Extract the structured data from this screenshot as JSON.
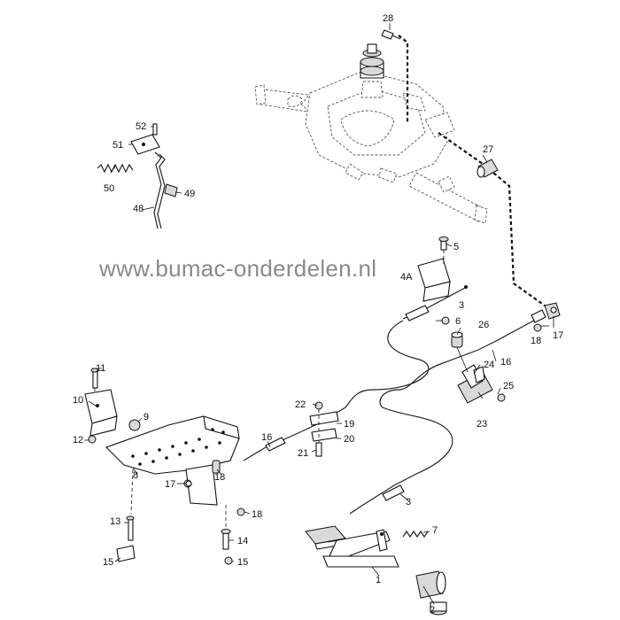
{
  "watermark": "www.bumac-onderdelen.nl",
  "callouts": {
    "c1": "1",
    "c2": "2",
    "c3a": "3",
    "c3b": "3",
    "c5": "5",
    "c6": "6",
    "c7": "7",
    "c8": "8",
    "c9": "9",
    "c10": "10",
    "c11": "11",
    "c12": "12",
    "c13": "13",
    "c14": "14",
    "c15a": "15",
    "c15b": "15",
    "c16a": "16",
    "c16b": "16",
    "c17a": "17",
    "c17b": "17",
    "c18a": "18",
    "c18b": "18",
    "c19": "19",
    "c20": "20",
    "c21": "21",
    "c22": "22",
    "c23": "23",
    "c24": "24",
    "c25": "25",
    "c26": "26",
    "c27": "27",
    "c28": "28",
    "c48": "48",
    "c49": "49",
    "c50": "50",
    "c51": "51",
    "c52": "52",
    "c4a": "4A"
  },
  "icons": [
    "transaxle-drawing",
    "brake-pedal",
    "foot-plate",
    "cable",
    "bolt",
    "nut",
    "spring"
  ]
}
